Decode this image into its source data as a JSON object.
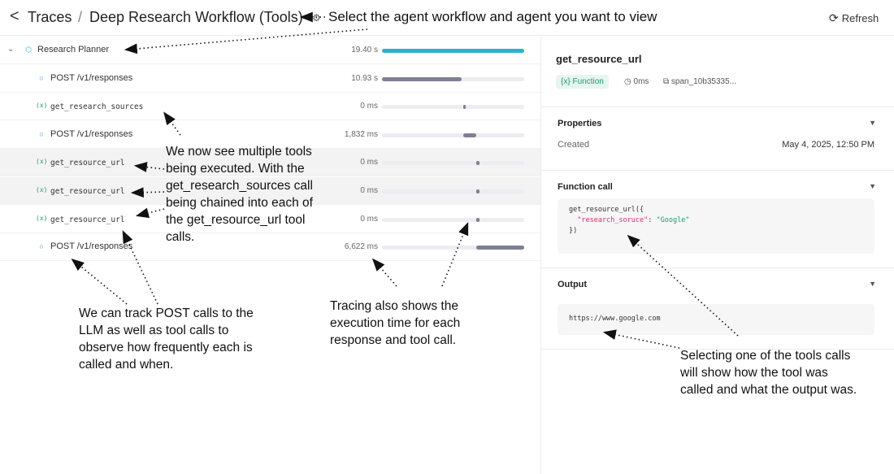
{
  "header": {
    "back_glyph": "<",
    "breadcrumb_root": "Traces",
    "separator": "/",
    "title": "Deep Research Workflow (Tools)",
    "refresh_label": "Refresh"
  },
  "spans": [
    {
      "label": "Research Planner",
      "type": "agent",
      "duration": "19.40 s",
      "start": 0.0,
      "width": 1.0
    },
    {
      "label": "POST /v1/responses",
      "type": "response",
      "duration": "10.93 s",
      "start": 0.0,
      "width": 0.56
    },
    {
      "label": "get_research_sources",
      "type": "function",
      "duration": "0 ms",
      "start": 0.57,
      "width": 0.02
    },
    {
      "label": "POST /v1/responses",
      "type": "response",
      "duration": "1,832 ms",
      "start": 0.57,
      "width": 0.094
    },
    {
      "label": "get_resource_url",
      "type": "function",
      "duration": "0 ms",
      "start": 0.665,
      "width": 0.02
    },
    {
      "label": "get_resource_url",
      "type": "function",
      "duration": "0 ms",
      "start": 0.665,
      "width": 0.02
    },
    {
      "label": "get_resource_url",
      "type": "function",
      "duration": "0 ms",
      "start": 0.665,
      "width": 0.02
    },
    {
      "label": "POST /v1/responses",
      "type": "response",
      "duration": "6,622 ms",
      "start": 0.66,
      "width": 0.34
    }
  ],
  "detail": {
    "title": "get_resource_url",
    "badge": "Function",
    "duration": "0ms",
    "span_id": "span_10b35335...",
    "properties": {
      "header": "Properties",
      "created_label": "Created",
      "created_value": "May 4, 2025, 12:50 PM"
    },
    "function_call": {
      "header": "Function call",
      "line1": "get_resource_url({",
      "key": "\"research_soruce\"",
      "colon": ": ",
      "value": "\"Google\"",
      "line3": "})"
    },
    "output": {
      "header": "Output",
      "value": "https://www.google.com"
    }
  },
  "annotations": {
    "top": "Select the agent workflow and agent you want to view",
    "tools": [
      "We now see multiple tools",
      "being executed. With the",
      "get_research_sources call",
      "being chained into each of",
      "the get_resource_url tool",
      "calls."
    ],
    "post": [
      "We can track POST calls to the",
      "LLM as well as tool calls to",
      "observe how frequently each is",
      "called and when."
    ],
    "tracing": [
      "Tracing also shows the",
      "execution time for each",
      "response and tool call."
    ],
    "selecting": [
      "Selecting one of the tools calls",
      "will show how the tool was",
      "called and what the output was."
    ]
  },
  "colors": {
    "accent": "#2bb3d1",
    "function": "#1c9c6a",
    "bar": "#7f7f94"
  },
  "icons": {
    "back": "chevron-left-icon",
    "refresh": "refresh-icon",
    "agent": "cube-icon",
    "response": "chat-bubble-icon",
    "function": "function-icon",
    "clock": "clock-icon",
    "copy": "copy-icon"
  }
}
